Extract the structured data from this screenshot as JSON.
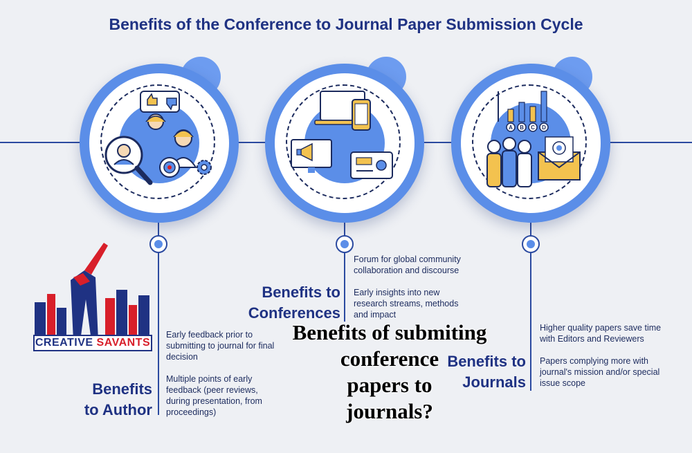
{
  "title": "Benefits of the Conference to Journal Paper Submission Cycle",
  "sections": [
    {
      "heading_line1": "Benefits",
      "heading_line2": "to Author",
      "points": [
        "Early feedback prior to submitting to journal for final decision",
        "Multiple points of early feedback (peer reviews, during presentation, from proceedings)"
      ]
    },
    {
      "heading_line1": "Benefits to",
      "heading_line2": "Conferences",
      "points": [
        "Forum for global community collaboration and discourse",
        "Early insights into new research streams, methods and impact"
      ]
    },
    {
      "heading_line1": "Benefits to",
      "heading_line2": "Journals",
      "points": [
        "Higher quality papers save time with Editors and Reviewers",
        "Papers complying more with journal's mission and/or special issue scope"
      ]
    }
  ],
  "overlay_lines": [
    "Benefits of submiting",
    "conference",
    "papers to",
    "journals?"
  ],
  "logo": {
    "word1": "CREATIVE",
    "word2": "SAVANTS"
  },
  "chart_letters": [
    "A",
    "B",
    "C",
    "D"
  ],
  "colors": {
    "primary": "#1f3283",
    "accent_blue": "#5b8ee8",
    "logo_red": "#d81f2a",
    "icon_yellow": "#f3c24f",
    "background": "#eef0f4"
  },
  "icons": [
    "thumbs-icon",
    "people-search-icon",
    "target-gear-icon",
    "laptop-phone-icon",
    "megaphone-monitor-icon",
    "radio-icon",
    "bar-chart-icon",
    "group-people-icon",
    "envelope-target-icon"
  ]
}
